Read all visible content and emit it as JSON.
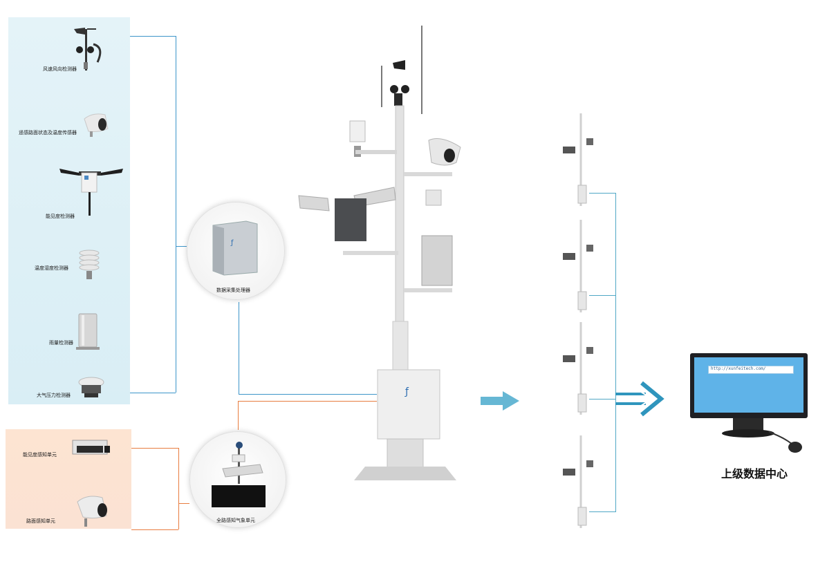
{
  "sensors": [
    {
      "label": "风速风向检测器",
      "icon": "anemometer-icon"
    },
    {
      "label": "遥感路面状态及温度传感器",
      "icon": "road-surface-sensor-icon"
    },
    {
      "label": "能见度检测器",
      "icon": "visibility-detector-icon"
    },
    {
      "label": "温度湿度检测器",
      "icon": "temp-humidity-icon"
    },
    {
      "label": "雨量检测器",
      "icon": "rain-gauge-icon"
    },
    {
      "label": "大气压力检测器",
      "icon": "barometer-icon"
    }
  ],
  "perception_units": [
    {
      "label": "能见度感知单元",
      "icon": "visibility-unit-icon"
    },
    {
      "label": "路面感知单元",
      "icon": "road-unit-icon"
    }
  ],
  "processor_label": "数据采集处理器",
  "weather_unit_label": "全路感知气象单元",
  "data_center_label": "上级数据中心",
  "browser_url": "http://xunfeitech.com/",
  "colors": {
    "sensor_wire": "#3b94c9",
    "unit_wire": "#e87c3e",
    "network_wire": "#4fa7c5"
  }
}
